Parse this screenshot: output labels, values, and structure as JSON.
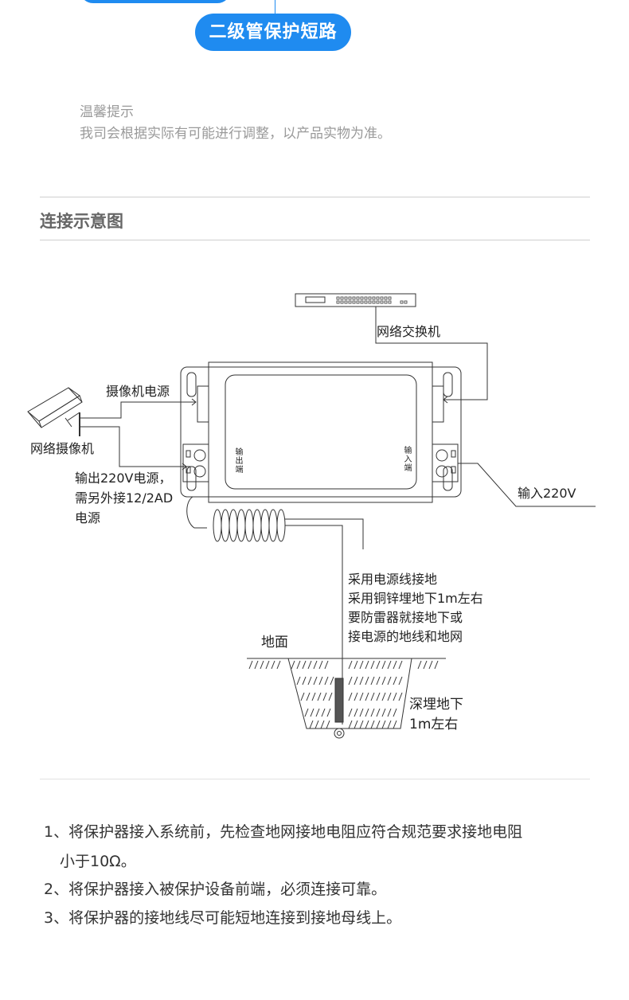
{
  "header": {
    "pill_label": "二级管保护短路"
  },
  "tip": {
    "title": "温馨提示",
    "text": "我司会根据实际有可能进行调整，以产品实物为准。"
  },
  "section": {
    "title": "连接示意图"
  },
  "diagram": {
    "switch_label": "网络交换机",
    "camera_power_label": "摄像机电源",
    "camera_label": "网络摄像机",
    "output_label_line1": "输出220V电源，",
    "output_label_line2": "需另外接12/2AD",
    "output_label_line3": "电源",
    "output_terminal": "输出端",
    "input_terminal": "输入端",
    "input_label": "输入220V",
    "ground_note_line1": "采用电源线接地",
    "ground_note_line2": "采用铜锌埋地下1m左右",
    "ground_note_line3": "要防雷器就接地下或",
    "ground_note_line4": "接电源的地线和地网",
    "ground_surface": "地面",
    "depth_line1": "深埋地下",
    "depth_line2": "1m左右"
  },
  "notes": [
    "1、将保护器接入系统前，先检查地网接地电阻应符合规范要求接地电阻",
    "小于10Ω。",
    "2、将保护器接入被保护设备前端，必须连接可靠。",
    "3、将保护器的接地线尽可能短地连接到接地母线上。"
  ],
  "colors": {
    "accent": "#1f8bf0",
    "tip_text": "#9a9a9a",
    "divider": "#cfcfcf"
  }
}
